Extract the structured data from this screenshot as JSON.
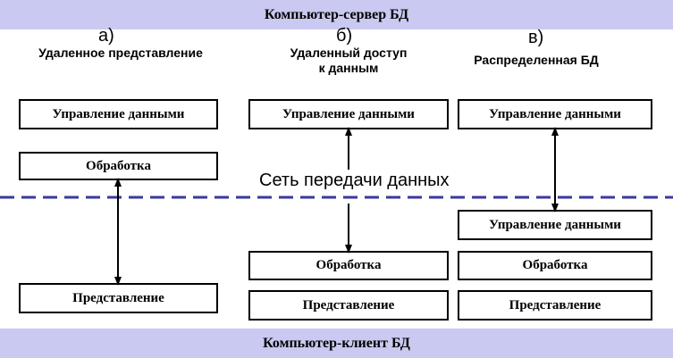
{
  "server_band": {
    "label": "Компьютер-сервер БД",
    "color": "#c9c9f1"
  },
  "client_band": {
    "label": "Компьютер-клиент БД",
    "color": "#c9c9f1"
  },
  "network_label": "Сеть передачи данных",
  "columns": [
    {
      "letter": "а)",
      "title": "Удаленное представление",
      "boxes": {
        "data_management": "Управление данными",
        "processing": "Обработка",
        "presentation": "Представление"
      }
    },
    {
      "letter": "б)",
      "title_lines": [
        "Удаленный доступ",
        "к данным"
      ],
      "boxes": {
        "data_management": "Управление данными",
        "processing": "Обработка",
        "presentation": "Представление"
      }
    },
    {
      "letter": "в)",
      "title": "Распределенная БД",
      "boxes": {
        "data_management_server": "Управление данными",
        "data_management_client": "Управление данными",
        "processing": "Обработка",
        "presentation": "Представление"
      }
    }
  ],
  "divider_color": "#3a3aa0"
}
